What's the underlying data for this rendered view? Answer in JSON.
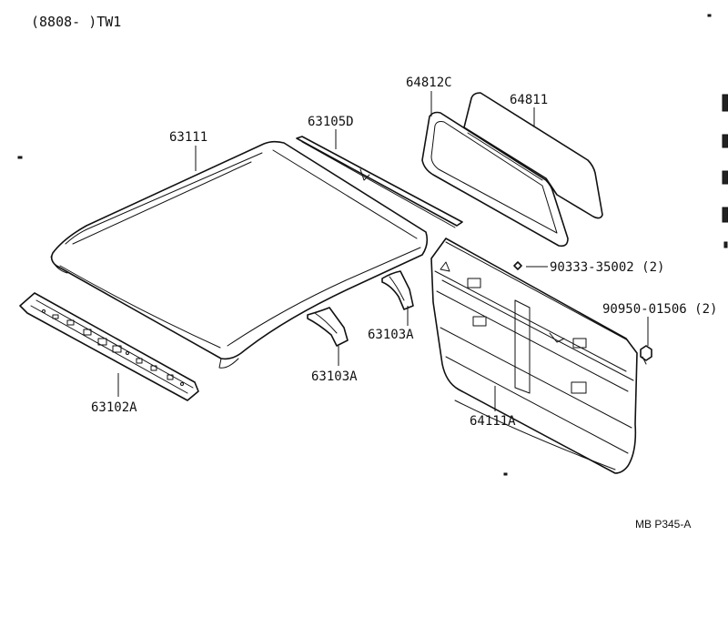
{
  "header": {
    "code": "(8808-     )TW1"
  },
  "reference": "MB P345-A",
  "labels": {
    "roof_panel": "63111",
    "roof_drip_rail": "63105D",
    "weatherstrip": "64812C",
    "back_glass": "64811",
    "clip_a": "90333-35002 (2)",
    "clip_b": "90950-01506 (2)",
    "front_header_panel": "63102A",
    "roof_bow_right": "63103A",
    "roof_bow_left": "63103A",
    "back_panel": "64111A"
  }
}
